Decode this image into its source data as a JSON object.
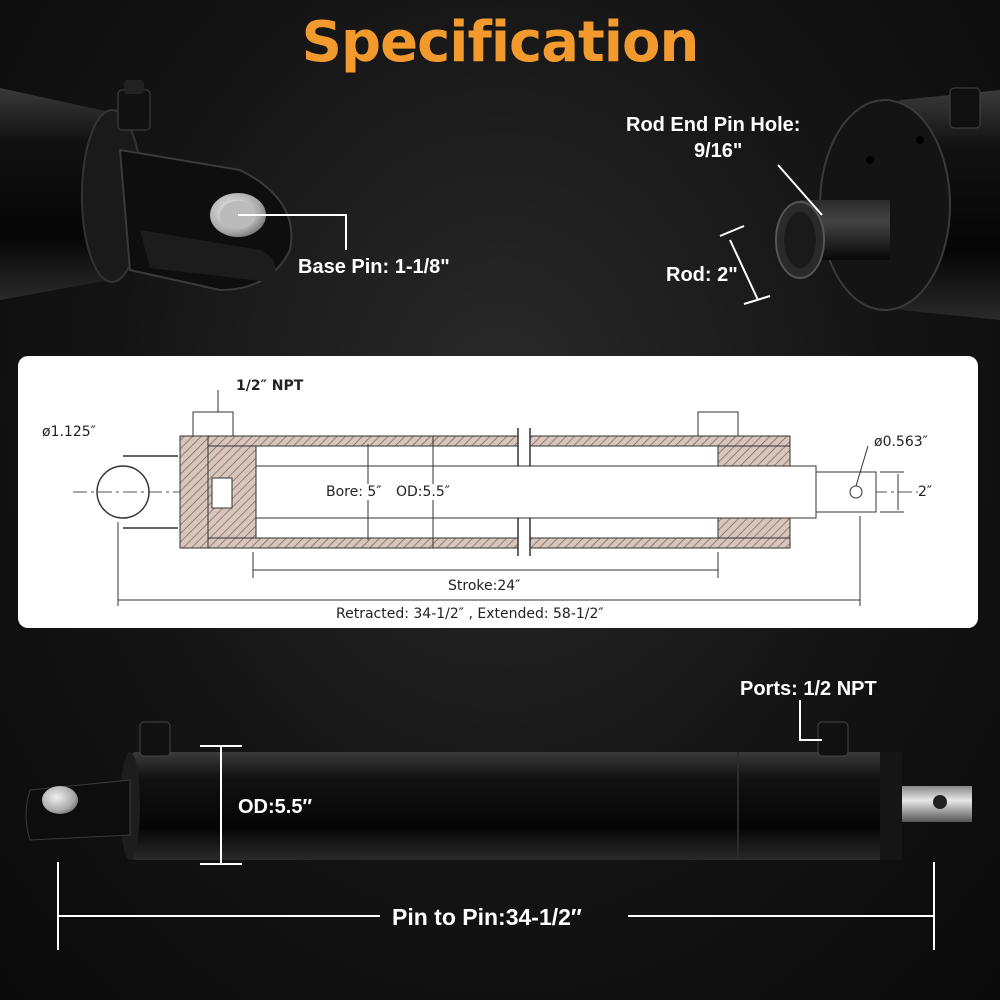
{
  "title": "Specification",
  "top_left": {
    "base_pin_label": "Base Pin: 1-1/8\""
  },
  "top_right": {
    "rod_end_pin_hole_line1": "Rod End Pin Hole:",
    "rod_end_pin_hole_line2": "9/16\"",
    "rod_label": "Rod: 2\""
  },
  "diagram": {
    "npt": "1/2″ NPT",
    "pin_dia": "ø1.125″",
    "rod_hole_dia": "ø0.563″",
    "rod_size": "2″",
    "bore": "Bore: 5″",
    "od": "OD:5.5″",
    "stroke": "Stroke:24″",
    "retracted_extended": "Retracted: 34-1/2″ ,  Extended: 58-1/2″"
  },
  "bottom": {
    "ports": "Ports: 1/2 NPT",
    "od": "OD:5.5″",
    "pin_to_pin": "Pin to Pin:34-1/2″"
  },
  "colors": {
    "accent": "#f29a2e",
    "panel": "#ffffff",
    "hatch": "#7a5a4a"
  }
}
